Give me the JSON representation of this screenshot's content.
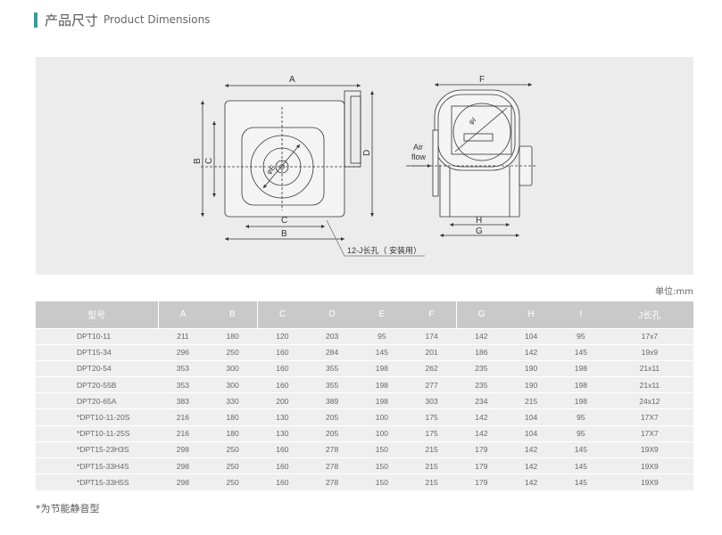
{
  "header": {
    "title_cn": "产品尺寸",
    "title_en": "Product Dimensions",
    "accent": "#3a9c9a"
  },
  "diagram": {
    "labels": {
      "A": "A",
      "B": "B",
      "C": "C",
      "D": "D",
      "E": "φE",
      "F": "F",
      "G": "G",
      "H": "H",
      "I": "φI",
      "air": "Air",
      "flow": "flow",
      "hole": "12-J长孔（ 安装用）"
    }
  },
  "unit": "单位:mm",
  "table": {
    "columns": [
      "型号",
      "A",
      "B",
      "C",
      "D",
      "E",
      "F",
      "G",
      "H",
      "I",
      "J长孔"
    ],
    "rows": [
      [
        "DPT10-11",
        "211",
        "180",
        "120",
        "203",
        "95",
        "174",
        "142",
        "104",
        "95",
        "17x7"
      ],
      [
        "DPT15-34",
        "296",
        "250",
        "160",
        "284",
        "145",
        "201",
        "186",
        "142",
        "145",
        "19x9"
      ],
      [
        "DPT20-54",
        "353",
        "300",
        "160",
        "355",
        "198",
        "262",
        "235",
        "190",
        "198",
        "21x11"
      ],
      [
        "DPT20-55B",
        "353",
        "300",
        "160",
        "355",
        "198",
        "277",
        "235",
        "190",
        "198",
        "21x11"
      ],
      [
        "DPT20-65A",
        "383",
        "330",
        "200",
        "389",
        "198",
        "303",
        "234",
        "215",
        "198",
        "24x12"
      ],
      [
        "*DPT10-11-20S",
        "216",
        "180",
        "130",
        "205",
        "100",
        "175",
        "142",
        "104",
        "95",
        "17X7"
      ],
      [
        "*DPT10-11-25S",
        "216",
        "180",
        "130",
        "205",
        "100",
        "175",
        "142",
        "104",
        "95",
        "17X7"
      ],
      [
        "*DPT15-23H3S",
        "298",
        "250",
        "160",
        "278",
        "150",
        "215",
        "179",
        "142",
        "145",
        "19X9"
      ],
      [
        "*DPT15-33H4S",
        "298",
        "250",
        "160",
        "278",
        "150",
        "215",
        "179",
        "142",
        "145",
        "19X9"
      ],
      [
        "*DPT15-33H5S",
        "298",
        "250",
        "160",
        "278",
        "150",
        "215",
        "179",
        "142",
        "145",
        "19X9"
      ]
    ]
  },
  "footnote": "*为节能静音型"
}
